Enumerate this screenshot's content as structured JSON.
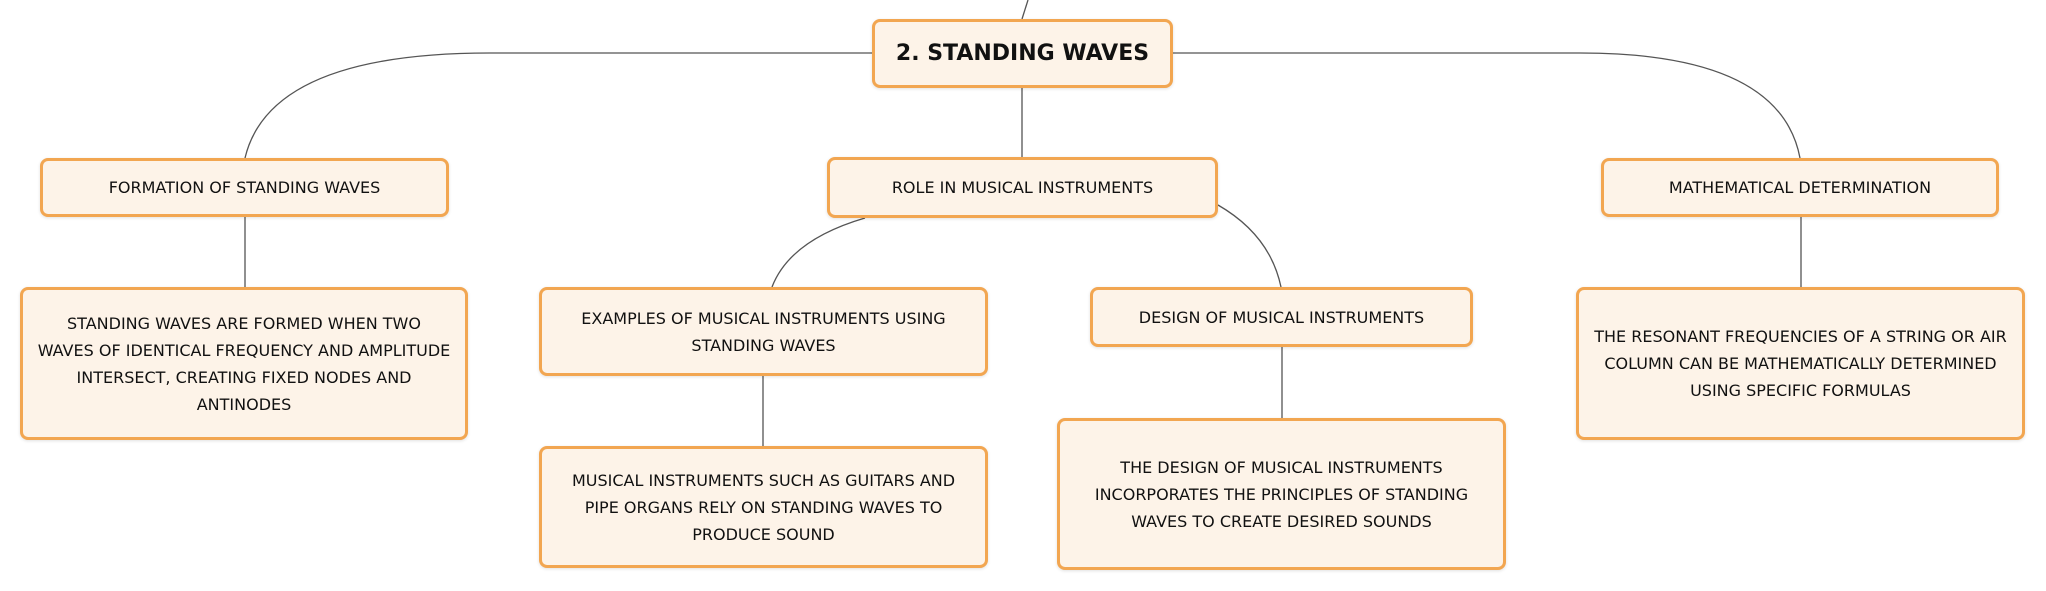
{
  "root": {
    "label": "2. STANDING WAVES"
  },
  "branches": [
    {
      "label": "FORMATION OF STANDING WAVES",
      "children": [
        {
          "label": "STANDING WAVES ARE FORMED WHEN TWO WAVES OF IDENTICAL FREQUENCY AND AMPLITUDE INTERSECT, CREATING FIXED NODES AND ANTINODES"
        }
      ]
    },
    {
      "label": "ROLE IN MUSICAL INSTRUMENTS",
      "children": [
        {
          "label": "EXAMPLES OF MUSICAL INSTRUMENTS USING STANDING WAVES",
          "children": [
            {
              "label": "MUSICAL INSTRUMENTS SUCH AS GUITARS AND PIPE ORGANS RELY ON STANDING WAVES TO PRODUCE SOUND"
            }
          ]
        },
        {
          "label": "DESIGN OF MUSICAL INSTRUMENTS",
          "children": [
            {
              "label": "THE DESIGN OF MUSICAL INSTRUMENTS INCORPORATES THE PRINCIPLES OF STANDING WAVES TO CREATE DESIRED SOUNDS"
            }
          ]
        }
      ]
    },
    {
      "label": "MATHEMATICAL DETERMINATION",
      "children": [
        {
          "label": "THE RESONANT FREQUENCIES OF A STRING OR AIR COLUMN CAN BE MATHEMATICALLY DETERMINED USING SPECIFIC FORMULAS"
        }
      ]
    }
  ],
  "colors": {
    "border": "#f2a651",
    "fill": "#fdf3e8",
    "line": "#555555"
  }
}
